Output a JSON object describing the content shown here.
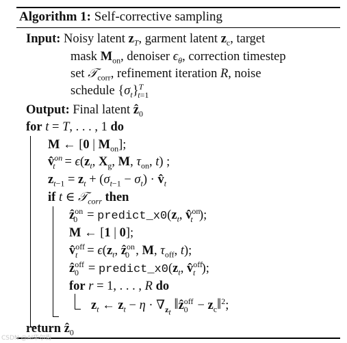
{
  "algorithm": {
    "number_label": "Algorithm 1:",
    "title": "Self-corrective sampling",
    "input_kw": "Input:",
    "input_text_1": "Noisy latent",
    "input_text_2": "garment latent",
    "input_text_3": "target",
    "input_text_4": "mask",
    "input_text_5": "denoiser",
    "input_text_6": "correction timestep",
    "input_text_7": "set",
    "input_text_8": "refinement iteration",
    "input_text_9": "noise",
    "input_text_10": "schedule",
    "output_kw": "Output:",
    "output_text": "Final latent",
    "for_kw": "for",
    "do_kw": "do",
    "if_kw": "if",
    "then_kw": "then",
    "return_kw": "return",
    "fn_predict": "predict_x0"
  },
  "watermark": "CSDN @AI华尔街"
}
